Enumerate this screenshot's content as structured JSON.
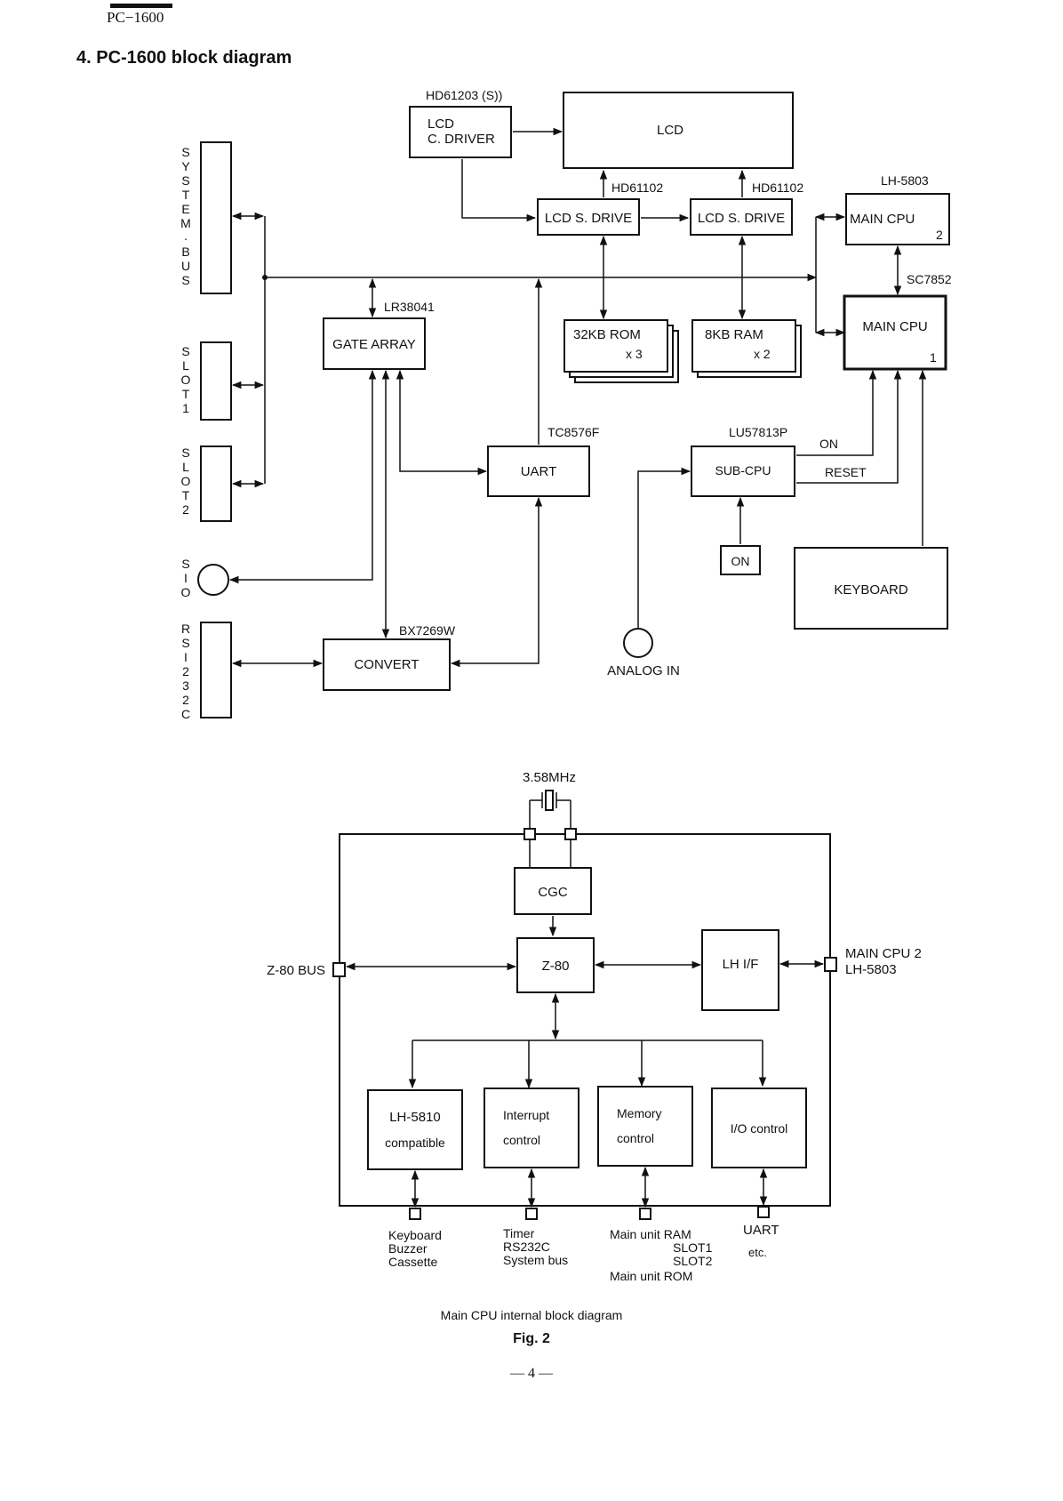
{
  "header": {
    "model": "PC−1600",
    "title": "4. PC-1600 block diagram"
  },
  "block_diagram": {
    "bus_labels": {
      "system_bus": [
        "S",
        "Y",
        "S",
        "T",
        "E",
        "M",
        ".",
        "B",
        "U",
        "S"
      ],
      "slot1": [
        "S",
        "L",
        "O",
        "T",
        "1"
      ],
      "slot2": [
        "S",
        "L",
        "O",
        "T",
        "2"
      ],
      "sio": [
        "S",
        "I",
        "O"
      ],
      "rs232c": [
        "R",
        "S",
        "I",
        "2",
        "3",
        "2",
        "C"
      ]
    },
    "lcd_driver": {
      "lines": [
        "LCD",
        "C. DRIVER"
      ],
      "part": "HD61203 (S))"
    },
    "lcd": {
      "label": "LCD"
    },
    "lcd_s_drive_1": {
      "label": "LCD S. DRIVE",
      "part": "HD61102"
    },
    "lcd_s_drive_2": {
      "label": "LCD S. DRIVE",
      "part": "HD61102"
    },
    "main_cpu_2": {
      "label": "MAIN CPU",
      "num": "2",
      "part": "LH-5803"
    },
    "main_cpu_1": {
      "label": "MAIN CPU",
      "num": "1",
      "part": "SC7852"
    },
    "gate_array": {
      "label": "GATE ARRAY",
      "part": "LR38041"
    },
    "rom": {
      "label": "32KB ROM",
      "mult": "x 3"
    },
    "ram": {
      "label": "8KB RAM",
      "mult": "x 2"
    },
    "uart": {
      "label": "UART",
      "part": "TC8576F"
    },
    "sub_cpu": {
      "label": "SUB-CPU",
      "part": "LU57813P"
    },
    "on_button": {
      "label": "ON"
    },
    "keyboard": {
      "label": "KEYBOARD"
    },
    "convert": {
      "label": "CONVERT",
      "part": "BX7269W"
    },
    "analog_in": {
      "label": "ANALOG IN"
    },
    "signals": {
      "on": "ON",
      "reset": "RESET"
    }
  },
  "cpu_diagram": {
    "crystal": "3.58MHz",
    "cgc": "CGC",
    "z80": "Z-80",
    "lh_if": "LH I/F",
    "z80_bus": "Z-80 BUS",
    "main_cpu2_lines": [
      "MAIN CPU 2",
      "LH-5803"
    ],
    "blocks": [
      {
        "lines": [
          "LH-5810",
          "compatible"
        ]
      },
      {
        "lines": [
          "Interrupt",
          "control"
        ]
      },
      {
        "lines": [
          "Memory",
          "control"
        ]
      },
      {
        "lines": [
          "I/O control"
        ]
      }
    ],
    "outputs": {
      "keyboard": [
        "Keyboard",
        "Buzzer",
        "Cassette"
      ],
      "timer": [
        "Timer",
        "RS232C",
        "System bus"
      ],
      "memory": [
        "Main unit RAM",
        "SLOT1",
        "SLOT2",
        "Main unit ROM"
      ],
      "uart": [
        "UART",
        "etc."
      ]
    }
  },
  "caption": "Main CPU internal block diagram",
  "figure": "Fig. 2",
  "page_number": "— 4 —"
}
